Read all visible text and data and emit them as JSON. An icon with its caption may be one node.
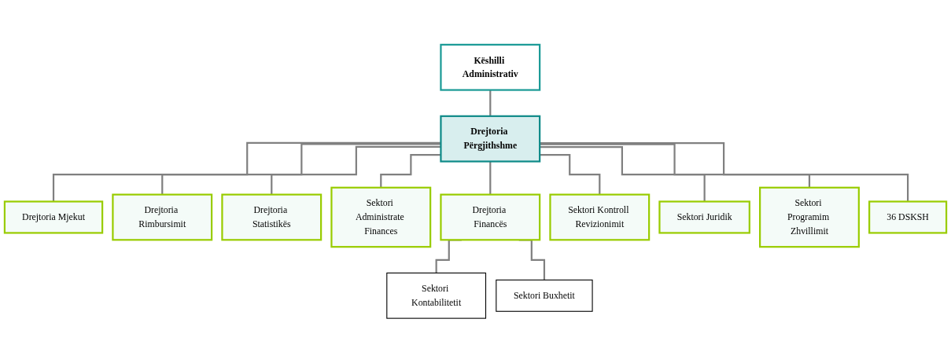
{
  "diagram": {
    "nodes": [
      {
        "text": [
          "Këshilli Administrativ"
        ]
      },
      {
        "text": [
          "Drejtoria Përgjithshme"
        ]
      },
      {
        "text": [
          "Drejtoria Mjekut"
        ]
      },
      {
        "text": [
          "Drejtoria Rimbursimit"
        ]
      },
      {
        "text": [
          "Drejtoria Statistikës"
        ]
      },
      {
        "text": [
          "Sektori Administrate Finances"
        ]
      },
      {
        "text": [
          "Drejtoria Financës"
        ]
      },
      {
        "text": [
          "Sektori Kontroll Revizionimit"
        ]
      },
      {
        "text": [
          "Sektori Juridik"
        ]
      },
      {
        "text": [
          "Sektori Programim Zhvillimit"
        ]
      },
      {
        "text": [
          "36 DSKSH"
        ]
      },
      {
        "text": [
          "Sektori Kontabilitetit"
        ]
      },
      {
        "text": [
          "Sektori Buxhetit"
        ]
      }
    ],
    "edges": [
      {
        "from": 0,
        "to": 1,
        "arrow": "none"
      },
      {
        "from": 1,
        "to": 2,
        "arrow": "none"
      },
      {
        "from": 1,
        "to": 3,
        "arrow": "none"
      },
      {
        "from": 1,
        "to": 4,
        "arrow": "none"
      },
      {
        "from": 1,
        "to": 5,
        "arrow": "none"
      },
      {
        "from": 1,
        "to": 6,
        "arrow": "none"
      },
      {
        "from": 1,
        "to": 7,
        "arrow": "none"
      },
      {
        "from": 1,
        "to": 8,
        "arrow": "none"
      },
      {
        "from": 1,
        "to": 9,
        "arrow": "none"
      },
      {
        "from": 1,
        "to": 10,
        "arrow": "none"
      },
      {
        "from": 6,
        "to": 11,
        "arrow": "none"
      },
      {
        "from": 6,
        "to": 12,
        "arrow": "none"
      }
    ]
  }
}
